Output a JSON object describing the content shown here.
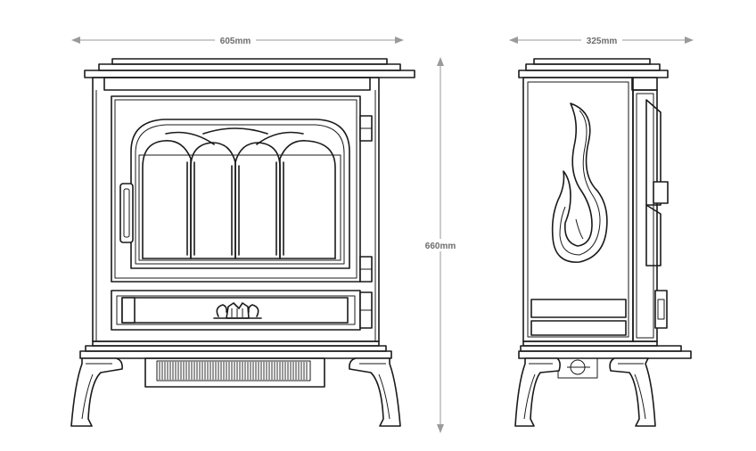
{
  "dimensions": {
    "width": "605mm",
    "depth": "325mm",
    "height": "660mm"
  },
  "colors": {
    "line": "#1a1a1a",
    "dimension_line": "#9a9a9a",
    "dimension_text": "#6d6d6d",
    "background": "#ffffff"
  },
  "views": [
    "front-view",
    "side-view"
  ]
}
